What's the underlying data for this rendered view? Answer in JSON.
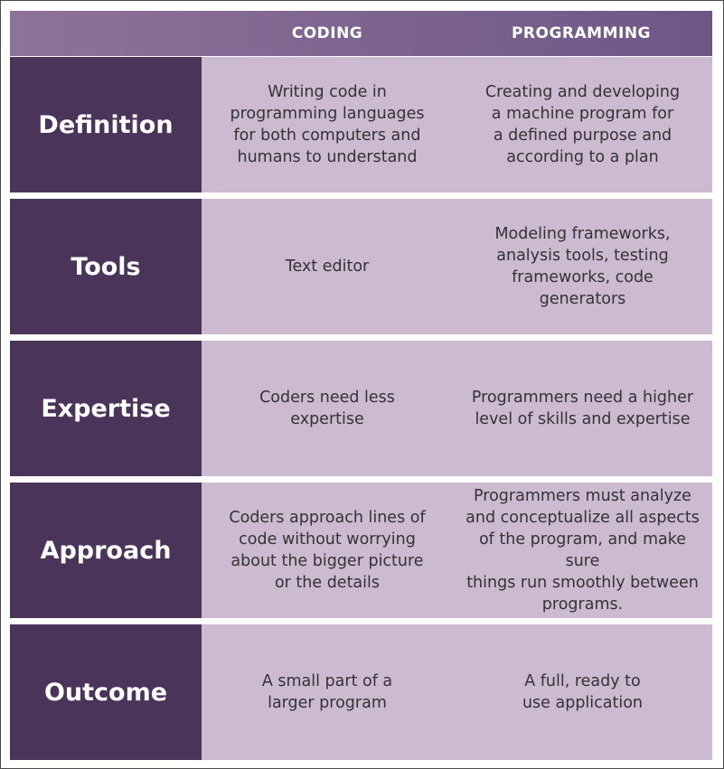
{
  "header": {
    "coding": "CODING",
    "programming": "PROGRAMMING"
  },
  "rows": [
    {
      "label": "Definition",
      "coding": "Writing code in\nprogramming languages\nfor both computers and\nhumans to understand",
      "programming": "Creating and developing\na machine program for\na defined purpose and\naccording to a plan"
    },
    {
      "label": "Tools",
      "coding": "Text editor",
      "programming": "Modeling frameworks,\nanalysis tools, testing\nframeworks, code\ngenerators"
    },
    {
      "label": "Expertise",
      "coding": "Coders need less\nexpertise",
      "programming": "Programmers need a higher\nlevel of skills and expertise"
    },
    {
      "label": "Approach",
      "coding": "Coders approach lines of\ncode without worrying\nabout the bigger picture\nor the details",
      "programming": "Programmers must analyze\nand conceptualize all aspects\nof the program, and make sure\nthings run smoothly between\nprograms."
    },
    {
      "label": "Outcome",
      "coding": "A small part of a\nlarger program",
      "programming": "A full, ready to\nuse application"
    }
  ]
}
